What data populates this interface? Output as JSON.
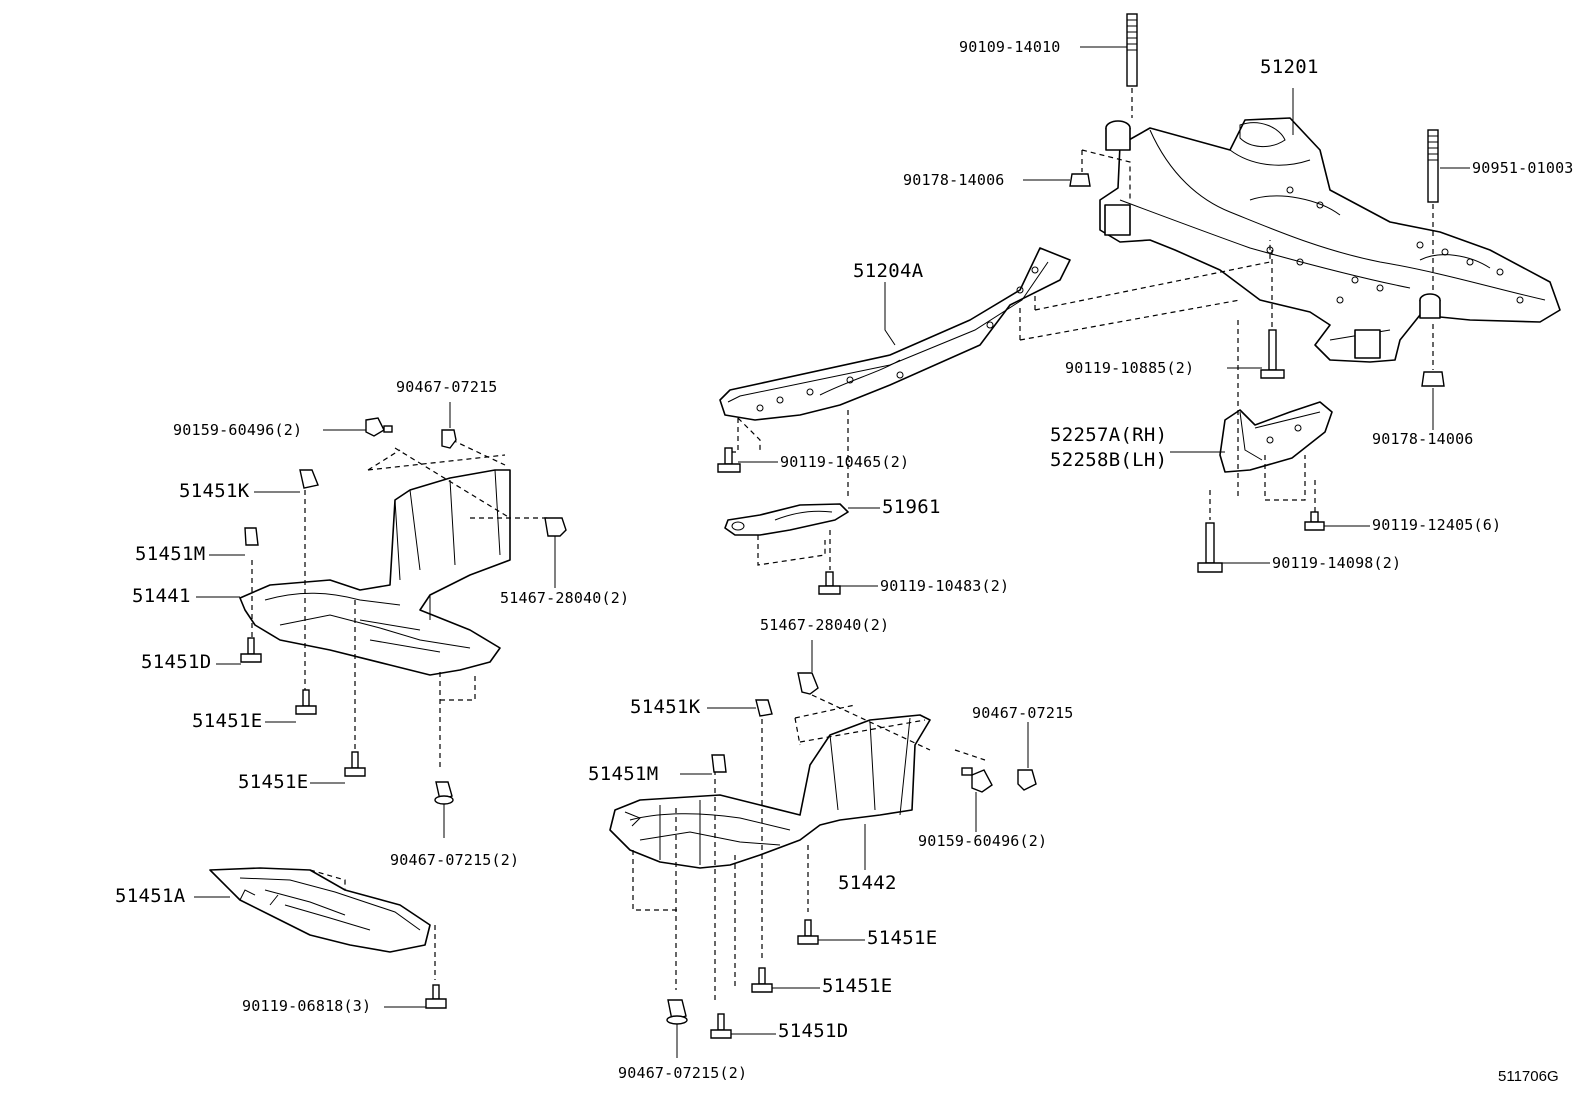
{
  "labels": {
    "p90109_14010": "90109-14010",
    "p51201": "51201",
    "p90951_01003": "90951-01003",
    "p90178_14006_top": "90178-14006",
    "p51204A": "51204A",
    "p90119_10885": "90119-10885(2)",
    "p90178_14006_bottom": "90178-14006",
    "p52257A": "52257A(RH)",
    "p52258B": "52258B(LH)",
    "p90119_12405": "90119-12405(6)",
    "p90119_14098": "90119-14098(2)",
    "p90467_07215_top": "90467-07215",
    "p90159_60496_top": "90159-60496(2)",
    "p51451K_left": "51451K",
    "p51451M_left": "51451M",
    "p51441": "51441",
    "p51467_28040_left": "51467-28040(2)",
    "p51451D_left": "51451D",
    "p51451E_left_1": "51451E",
    "p51451E_left_2": "51451E",
    "p90467_07215_2_left": "90467-07215(2)",
    "p51451A": "51451A",
    "p90119_06818": "90119-06818(3)",
    "p90119_10465": "90119-10465(2)",
    "p51961": "51961",
    "p90119_10483": "90119-10483(2)",
    "p51467_28040_right": "51467-28040(2)",
    "p51451K_right": "51451K",
    "p90467_07215_right": "90467-07215",
    "p51451M_right": "51451M",
    "p90159_60496_right": "90159-60496(2)",
    "p51442": "51442",
    "p51451E_right_1": "51451E",
    "p51451E_right_2": "51451E",
    "p51451D_right": "51451D",
    "p90467_07215_2_right": "90467-07215(2)",
    "ref_code": "511706G"
  }
}
